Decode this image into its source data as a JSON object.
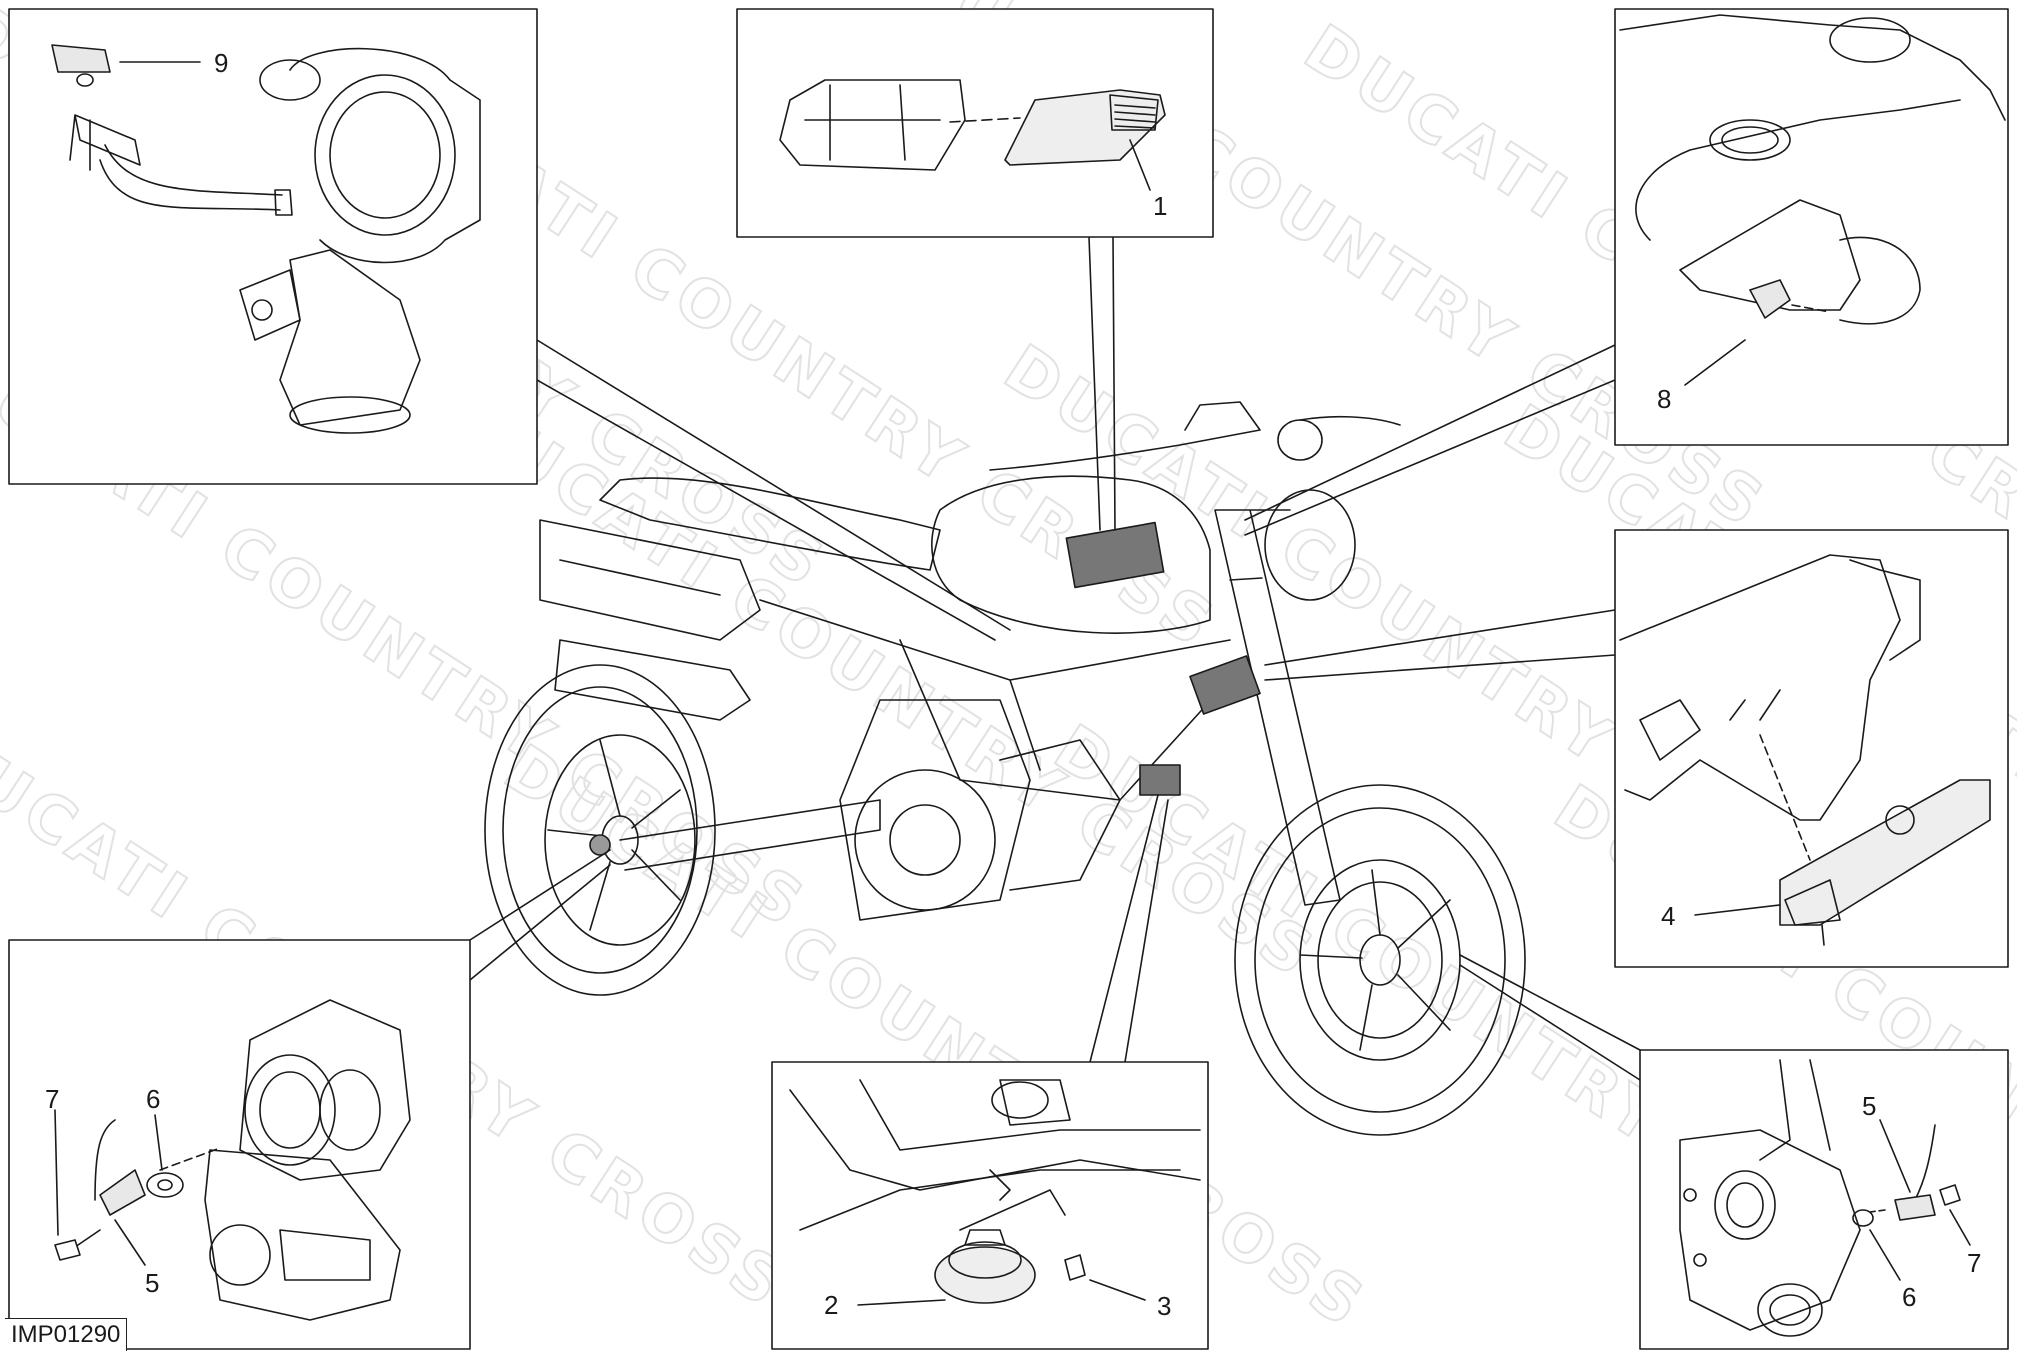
{
  "watermark": {
    "text": "DUCATI COUNTRY CROSS"
  },
  "image_ref": "IMP01290",
  "callouts": {
    "ecu": "1",
    "horn": "2",
    "horn_screw": "3",
    "bcm": "4",
    "rear_speed_sensor": "5",
    "rear_washer": "6",
    "rear_screw": "7",
    "front_speed_sensor": "5",
    "front_washer": "6",
    "front_screw": "7",
    "key_sensor": "8",
    "map_sensor": "9"
  },
  "colors": {
    "line": "#1a1a1a",
    "watermark": "#e2e2e2",
    "highlight": "#777777"
  }
}
